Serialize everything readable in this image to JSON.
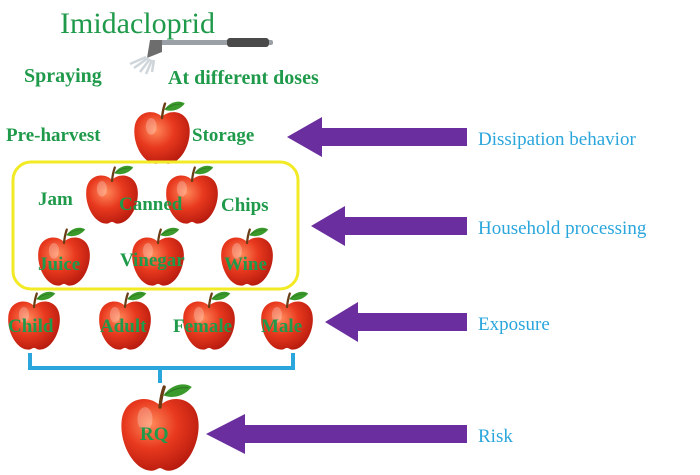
{
  "title": "Imidacloprid",
  "spray": {
    "left": "Spraying",
    "right": "At different doses"
  },
  "storage": {
    "left": "Pre-harvest",
    "right": "Storage"
  },
  "household": {
    "row1": [
      "Jam",
      "Canned",
      "Chips"
    ],
    "row2": [
      "Juice",
      "Vinegar",
      "Wine"
    ]
  },
  "population": [
    "Child",
    "Adult",
    "Female",
    "Male"
  ],
  "risk_apple": "RQ",
  "stages": [
    "Dissipation behavior",
    "Household processing",
    "Exposure",
    "Risk"
  ],
  "colors": {
    "label_green": "#1f9a4a",
    "stage_blue": "#2aa6dc",
    "arrow_purple": "#6a2e9e",
    "box_yellow": "#f2ea24",
    "bracket_blue": "#2aa6dc",
    "apple_red": "#e0321c"
  }
}
